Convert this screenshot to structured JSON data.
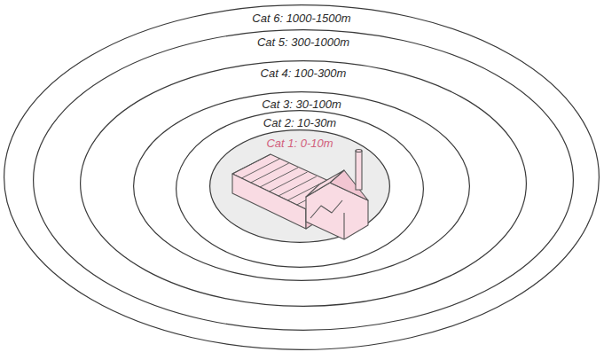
{
  "diagram": {
    "nodes": [
      {
        "text": [
          "Cat 6: 1000-1500m"
        ]
      },
      {
        "text": [
          "Cat 5: 300-1000m"
        ],
        "in": 0
      },
      {
        "text": [
          "Cat 4: 100-300m"
        ],
        "in": 1
      },
      {
        "text": [
          "Cat 3: 30-100m"
        ],
        "in": 2
      },
      {
        "text": [
          "Cat 2: 10-30m"
        ],
        "in": 3
      },
      {
        "text": [
          "Cat 1: 0-10m"
        ],
        "in": 4
      }
    ]
  }
}
